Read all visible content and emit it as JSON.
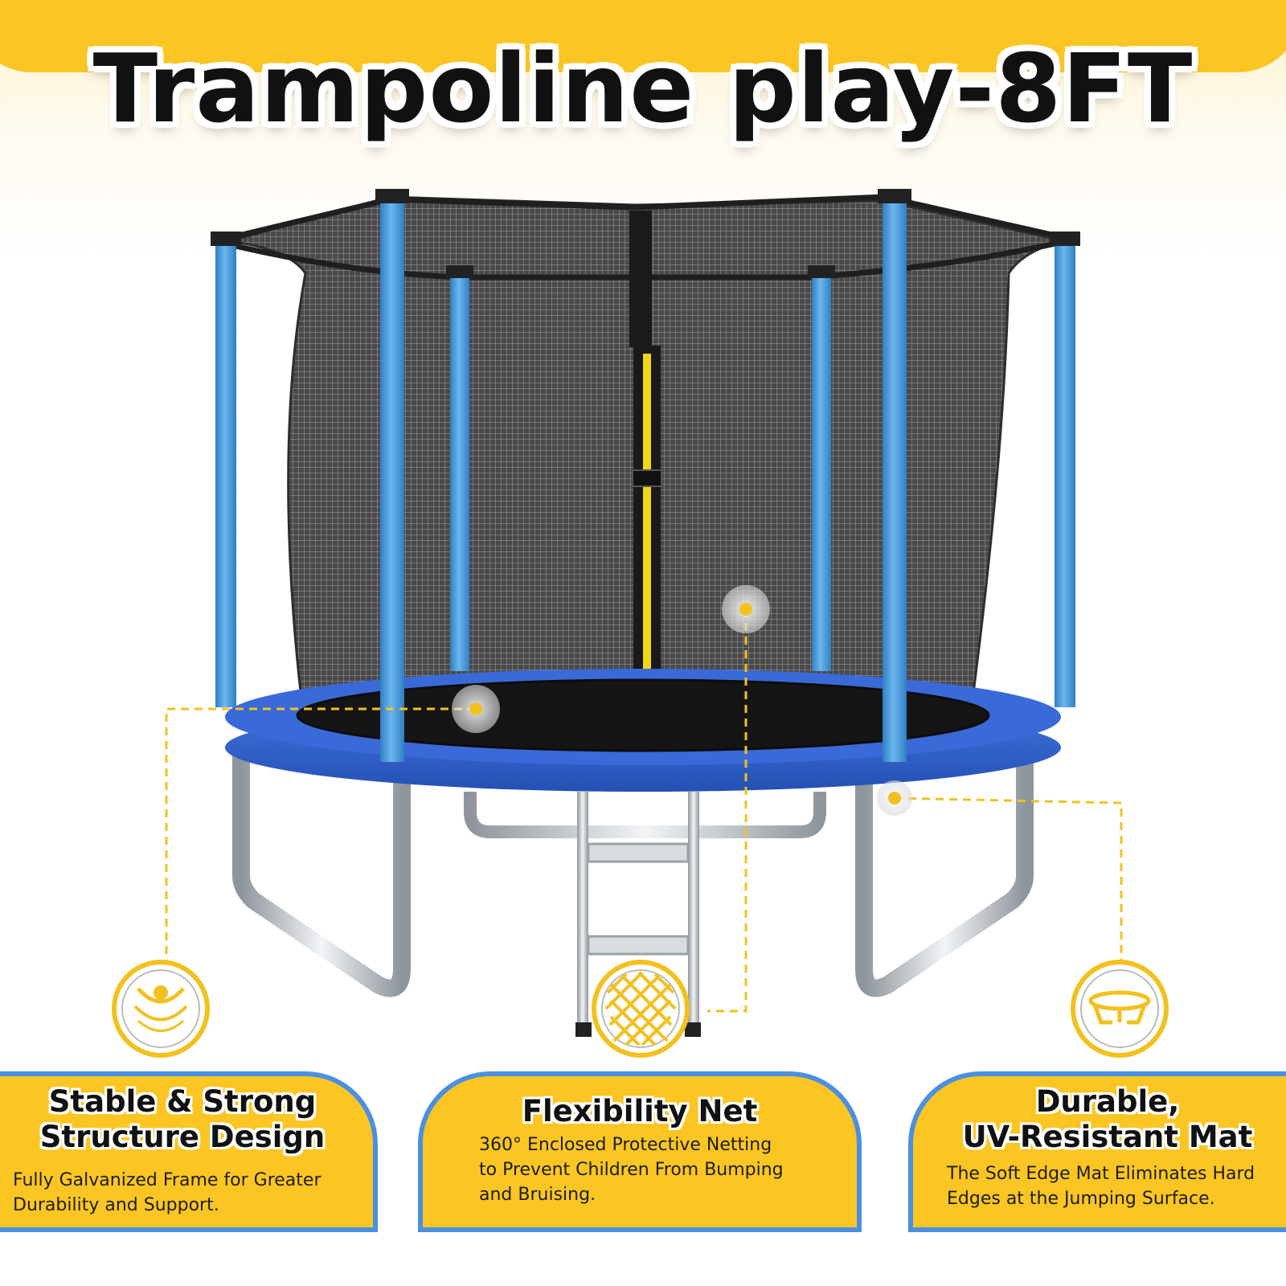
{
  "header": {
    "title": "Trampoline play-8FT"
  },
  "features": [
    {
      "icon": "bounce-icon",
      "title_lines": [
        "Stable & Strong",
        "Structure Design"
      ],
      "description_lines": [
        "Fully Galvanized Frame for Greater",
        "Durability and Support."
      ]
    },
    {
      "icon": "net-grid-icon",
      "title_lines": [
        "Flexibility Net"
      ],
      "description_lines": [
        "360° Enclosed Protective Netting",
        "to Prevent Children From Bumping",
        "and Bruising."
      ]
    },
    {
      "icon": "trampoline-frame-icon",
      "title_lines": [
        "Durable,",
        "UV-Resistant Mat"
      ],
      "description_lines": [
        "The Soft Edge Mat Eliminates Hard",
        "Edges at the Jumping Surface."
      ]
    }
  ],
  "colors": {
    "accent_yellow": "#fbc623",
    "frame_blue": "#4a90e2",
    "pad_blue": "#2f5fc8",
    "pole_blue": "#4f9fe0",
    "net": "#2a2a2a",
    "steel": "#c8cdd2"
  }
}
